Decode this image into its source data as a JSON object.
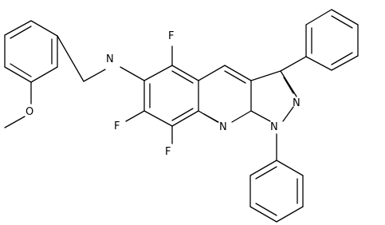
{
  "molecule": {
    "atom_labels": {
      "N_amine": "N",
      "F5": "F",
      "F7": "F",
      "F8": "F",
      "N_ring": "N",
      "N1": "N",
      "N2": "N",
      "O_methoxy": "O"
    }
  }
}
